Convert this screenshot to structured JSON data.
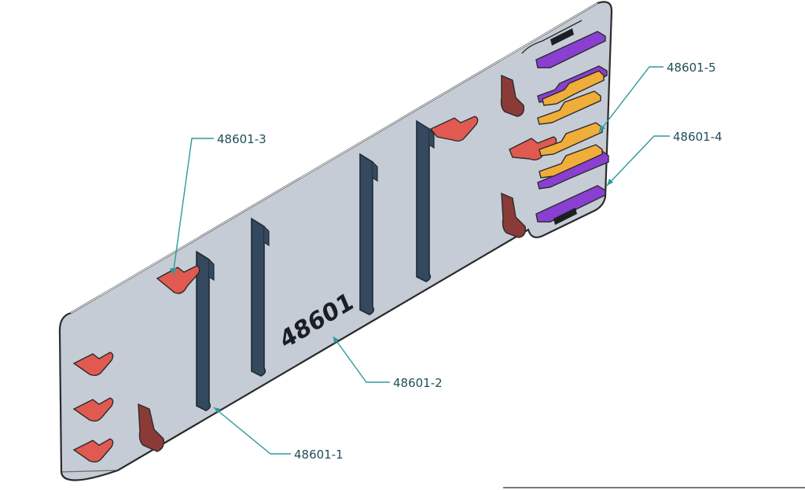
{
  "part_number_engraving": "48601",
  "callouts": [
    {
      "id": "48601-1",
      "label": "48601-1"
    },
    {
      "id": "48601-2",
      "label": "48601-2"
    },
    {
      "id": "48601-3",
      "label": "48601-3"
    },
    {
      "id": "48601-4",
      "label": "48601-4"
    },
    {
      "id": "48601-5",
      "label": "48601-5"
    }
  ],
  "colors": {
    "plate": "#c5ccd6",
    "outline": "#2b2b2b",
    "rail": "#34495e",
    "red_clip": "#e05a52",
    "dark_clip": "#8a3b38",
    "purple_strip": "#8a3fd1",
    "orange_strip": "#f0ad3a",
    "leader": "#2f9a9a"
  }
}
